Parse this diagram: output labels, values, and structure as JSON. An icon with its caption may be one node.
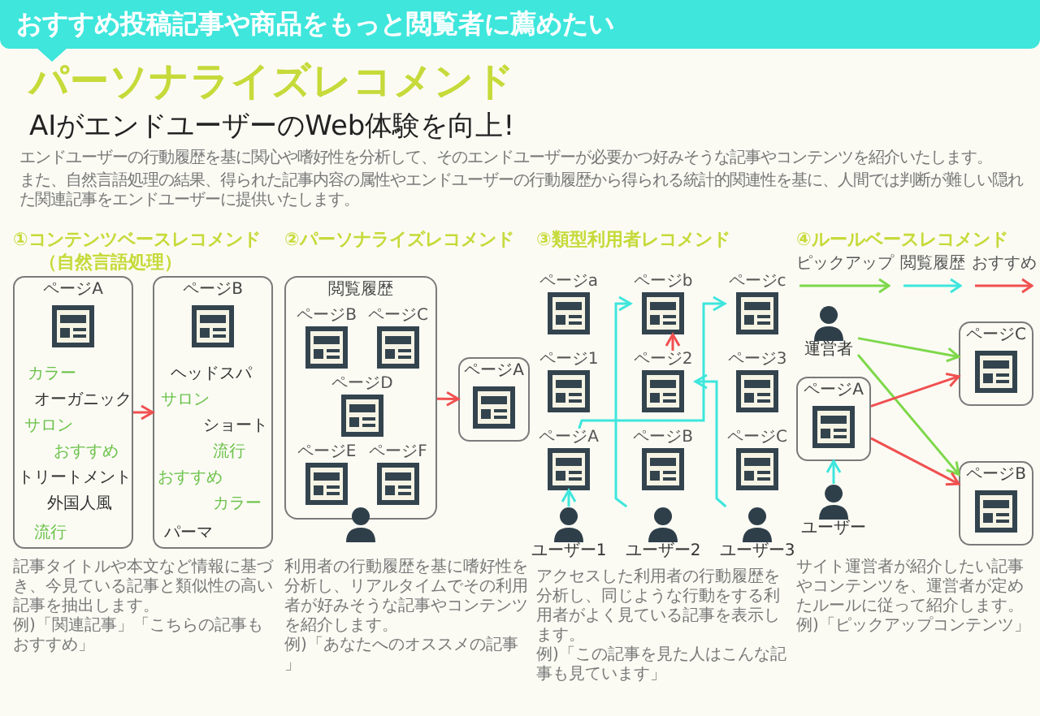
{
  "diagram": {
    "title": "パーソナライズレコメンド",
    "nodes": [
      {
        "text": [
          "おすすめ投稿記事や商品をもっと閲覧者に薦めたい"
        ]
      },
      {
        "text": [
          "ページA",
          "カラー",
          "オーガニック",
          "サロン",
          "おすすめ",
          "トリートメント",
          "外国人風",
          "流行"
        ]
      },
      {
        "text": [
          "ページB",
          "ヘッドスパ",
          "サロン",
          "ショート",
          "流行",
          "おすすめ",
          "カラー",
          "パーマ"
        ]
      },
      {
        "text": [
          "閲覧履歴"
        ]
      },
      {
        "text": [
          "ページB"
        ],
        "in": 3
      },
      {
        "text": [
          "ページC"
        ],
        "in": 3
      },
      {
        "text": [
          "ページD"
        ],
        "in": 3
      },
      {
        "text": [
          "ページE"
        ],
        "in": 3
      },
      {
        "text": [
          "ページF"
        ],
        "in": 3
      },
      {
        "text": [
          "ページA"
        ]
      },
      {
        "text": [
          "ページa"
        ]
      },
      {
        "text": [
          "ページb"
        ]
      },
      {
        "text": [
          "ページc"
        ]
      },
      {
        "text": [
          "ページ1"
        ]
      },
      {
        "text": [
          "ページ2"
        ]
      },
      {
        "text": [
          "ページ3"
        ]
      },
      {
        "text": [
          "ページA"
        ]
      },
      {
        "text": [
          "ページB"
        ]
      },
      {
        "text": [
          "ページC"
        ]
      },
      {
        "text": [
          "ユーザー1"
        ]
      },
      {
        "text": [
          "ユーザー2"
        ]
      },
      {
        "text": [
          "ユーザー3"
        ]
      },
      {
        "text": [
          "運営者"
        ]
      },
      {
        "text": [
          "ページC"
        ]
      },
      {
        "text": [
          "ページA"
        ]
      },
      {
        "text": [
          "ページB"
        ]
      },
      {
        "text": [
          "ユーザー"
        ]
      }
    ],
    "edges": [
      {
        "from": 1,
        "to": 2,
        "arrow": "to",
        "color": "#f05050"
      },
      {
        "from": 3,
        "to": 9,
        "arrow": "to",
        "color": "#f05050"
      },
      {
        "from": 19,
        "to": 16,
        "arrow": "to",
        "color": "#3ee6dc"
      },
      {
        "from": 16,
        "to": 12,
        "arrow": "to",
        "color": "#3ee6dc"
      },
      {
        "from": 20,
        "to": 11,
        "arrow": "to",
        "color": "#3ee6dc"
      },
      {
        "from": 21,
        "to": 14,
        "arrow": "to",
        "color": "#3ee6dc"
      },
      {
        "from": 14,
        "to": 11,
        "arrow": "to",
        "color": "#f05050"
      },
      {
        "from": 22,
        "to": 23,
        "arrow": "to",
        "color": "#7ed84a"
      },
      {
        "from": 22,
        "to": 25,
        "arrow": "to",
        "color": "#7ed84a"
      },
      {
        "from": 26,
        "to": 24,
        "arrow": "to",
        "color": "#3ee6dc"
      },
      {
        "from": 24,
        "to": 23,
        "arrow": "to",
        "color": "#f05050"
      },
      {
        "from": 24,
        "to": 25,
        "arrow": "to",
        "color": "#f05050"
      }
    ],
    "labels": [
      "AIがエンドユーザーのWeb体験を向上!",
      "エンドユーザーの行動履歴を基に関心や嗜好性を分析して、そのエンドユーザーが必要かつ好みそうな記事やコンテンツを紹介いたします。",
      "また、自然言語処理の結果、得られた記事内容の属性やエンドユーザーの行動履歴から得られる統計的関連性を基に、人間では判断が難しい隠れた関連記事をエンドユーザーに提供いたします。",
      "①コンテンツベースレコメンド",
      "（自然言語処理）",
      "②パーソナライズレコメンド",
      "③類型利用者レコメンド",
      "④ルールベースレコメンド",
      "記事タイトルや本文など情報に基づき、今見ている記事と類似性の高い記事を抽出します。",
      "例)「関連記事」「こちらの記事もおすすめ」",
      "利用者の行動履歴を基に嗜好性を分析し、リアルタイムでその利用者が好みそうな記事やコンテンツを紹介します。",
      "例)「あなたへのオススメの記事」",
      "アクセスした利用者の行動履歴を分析し、同じような行動をする利用者がよく見ている記事を表示します。",
      "例)「この記事を見た人はこんな記事も見ています」",
      "サイト運営者が紹介したい記事やコンテンツを、運営者が定めたルールに従って紹介します。",
      "例)「ピックアップコンテンツ」"
    ],
    "legend": [
      {
        "text": "ピックアップ"
      },
      {
        "text": "閲覧履歴"
      },
      {
        "text": "おすすめ"
      }
    ]
  }
}
